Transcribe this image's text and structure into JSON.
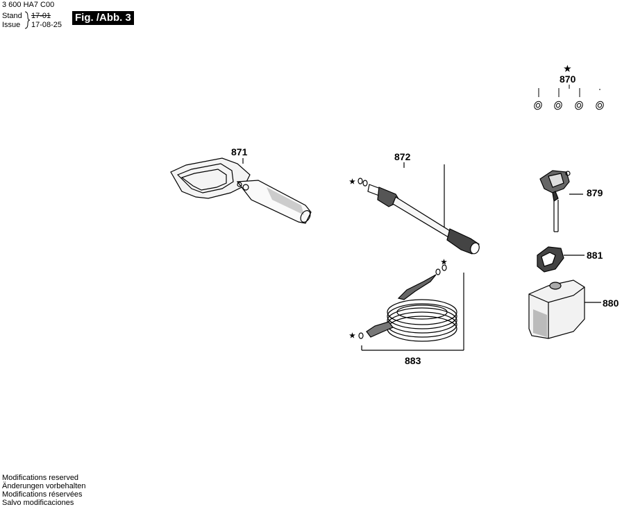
{
  "header": {
    "doc_number": "3 600 HA7 C00",
    "stand_label": "Stand",
    "issue_label": "Issue",
    "stand_date": "17-01",
    "issue_date": "17-08-25",
    "figure_label": "Fig. /Abb. 3"
  },
  "parts": {
    "p870": "870",
    "p871": "871",
    "p872": "872",
    "p879": "879",
    "p881": "881",
    "p880": "880",
    "p883": "883"
  },
  "symbols": {
    "star": "★"
  },
  "footer": {
    "lines": [
      "Modifications reserved",
      "Änderungen vorbehalten",
      "Modifications réservées",
      "Salvo modificaciones"
    ]
  }
}
